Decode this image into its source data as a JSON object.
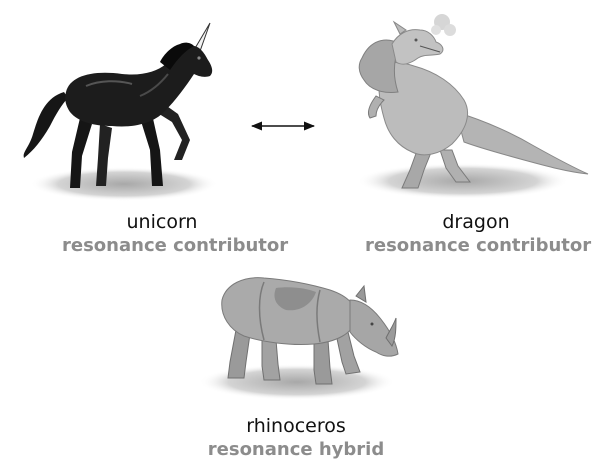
{
  "unicorn": {
    "name": "unicorn",
    "role": "resonance contributor"
  },
  "dragon": {
    "name": "dragon",
    "role": "resonance contributor"
  },
  "rhinoceros": {
    "name": "rhinoceros",
    "role": "resonance hybrid"
  },
  "relation": {
    "arrow": "double-headed-arrow"
  },
  "colors": {
    "text": "#111111",
    "subtitle": "#8c8c8c",
    "unicorn": "#1c1c1c",
    "dragon": "#b8b8b8",
    "rhinoceros": "#a5a5a5",
    "shadow": "#cfcfcf"
  }
}
